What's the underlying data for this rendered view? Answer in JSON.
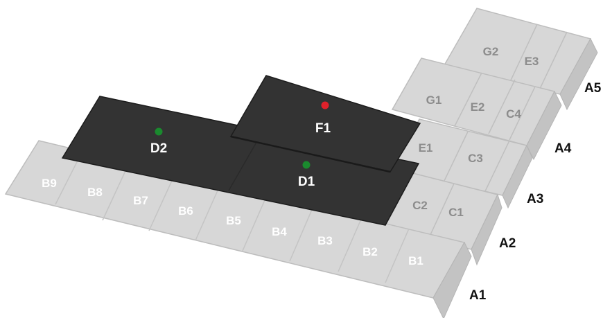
{
  "rows": [
    {
      "id": "A1",
      "label": "A1"
    },
    {
      "id": "A2",
      "label": "A2"
    },
    {
      "id": "A3",
      "label": "A3"
    },
    {
      "id": "A4",
      "label": "A4"
    },
    {
      "id": "A5",
      "label": "A5"
    }
  ],
  "tiles": {
    "B9": "B9",
    "B8": "B8",
    "B7": "B7",
    "B6": "B6",
    "B5": "B5",
    "B4": "B4",
    "B3": "B3",
    "B2": "B2",
    "B1": "B1",
    "C2": "C2",
    "C1": "C1",
    "E1": "E1",
    "C3": "C3",
    "G1": "G1",
    "E2": "E2",
    "C4": "C4",
    "G2": "G2",
    "E3": "E3"
  },
  "zones": {
    "D2": {
      "label": "D2",
      "dot_color": "#1a8a2e"
    },
    "D1": {
      "label": "D1",
      "dot_color": "#1a8a2e"
    },
    "F1": {
      "label": "F1",
      "dot_color": "#e0212b"
    }
  },
  "colors": {
    "tile_fill": "#d7d7d7",
    "tile_edge": "#bdbdbd",
    "tile_side": "#c3c3c3",
    "zone_fill": "#333333",
    "zone_edge": "#1c1c1c"
  }
}
